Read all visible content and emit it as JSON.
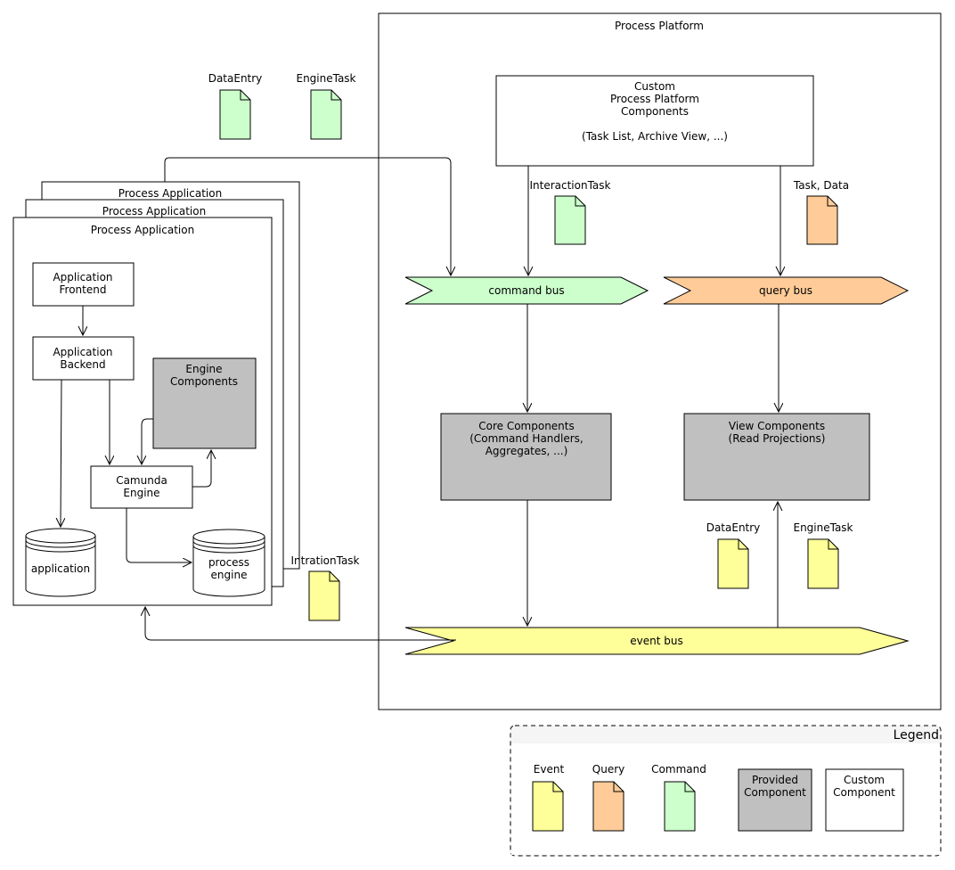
{
  "platform": {
    "title": "Process Platform"
  },
  "custom_components": {
    "line1": "Custom",
    "line2": "Process Platform",
    "line3": "Components",
    "line4": "(Task List, Archive View, ...)"
  },
  "top_docs": {
    "data_entry": "DataEntry",
    "engine_task": "EngineTask"
  },
  "labels": {
    "interaction_task": "InteractionTask",
    "task_data": "Task, Data",
    "intration_task": "IntrationTask",
    "data_entry": "DataEntry",
    "engine_task": "EngineTask"
  },
  "buses": {
    "command": "command bus",
    "query": "query bus",
    "event": "event bus"
  },
  "core_components": {
    "line1": "Core Components",
    "line2": "(Command Handlers,",
    "line3": "Aggregates, ...)"
  },
  "view_components": {
    "line1": "View Components",
    "line2": "(Read Projections)"
  },
  "process_app": {
    "title": "Process Application",
    "frontend_line1": "Application",
    "frontend_line2": "Frontend",
    "backend_line1": "Application",
    "backend_line2": "Backend",
    "engine_components_line1": "Engine",
    "engine_components_line2": "Components",
    "camunda_line1": "Camunda",
    "camunda_line2": "Engine",
    "db_application": "application",
    "db_process_line1": "process",
    "db_process_line2": "engine"
  },
  "legend": {
    "title": "Legend",
    "event": "Event",
    "query": "Query",
    "command": "Command",
    "provided_line1": "Provided",
    "provided_line2": "Component",
    "custom_line1": "Custom",
    "custom_line2": "Component"
  },
  "colors": {
    "event": "#FFFF99",
    "query": "#FFCC99",
    "command": "#CCFFCC",
    "provided": "#C0C0C0",
    "legend_bg": "#F5F5F5"
  }
}
